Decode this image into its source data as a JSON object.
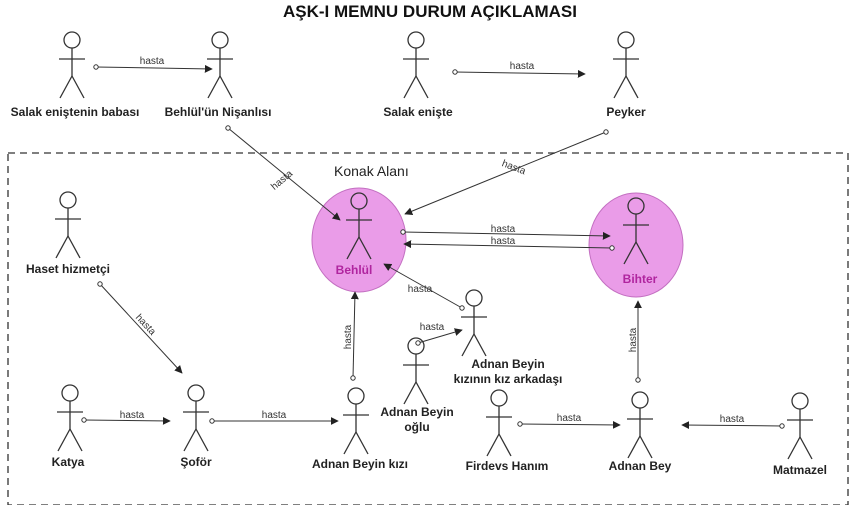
{
  "title": "AŞK-I MEMNU DURUM AÇIKLAMASI",
  "region": {
    "label": "Konak Alanı"
  },
  "colors": {
    "highlight": "#ea9ce8",
    "highlight_text": "#b0259f",
    "line": "#333333"
  },
  "actors": [
    {
      "id": "salak-enistenin-babasi",
      "label": "Salak eniştenin babası",
      "highlight": false
    },
    {
      "id": "behlulun-nisanlisi",
      "label": "Behlül'ün Nişanlısı",
      "highlight": false
    },
    {
      "id": "salak-eniste",
      "label": "Salak enişte",
      "highlight": false
    },
    {
      "id": "peyker",
      "label": "Peyker",
      "highlight": false
    },
    {
      "id": "behlul",
      "label": "Behlül",
      "highlight": true
    },
    {
      "id": "bihter",
      "label": "Bihter",
      "highlight": true
    },
    {
      "id": "haset-hizmetci",
      "label": "Haset hizmetçi",
      "highlight": false
    },
    {
      "id": "adnan-beyin-kizinin-kiz-arkadasi",
      "label": "Adnan Beyin kızının kız arkadaşı",
      "lines": [
        "Adnan Beyin",
        "kızının kız arkadaşı"
      ],
      "highlight": false
    },
    {
      "id": "adnan-beyin-oglu",
      "label": "Adnan Beyin oğlu",
      "lines": [
        "Adnan Beyin",
        "oğlu"
      ],
      "highlight": false
    },
    {
      "id": "katya",
      "label": "Katya",
      "highlight": false
    },
    {
      "id": "sofor",
      "label": "Şoför",
      "highlight": false
    },
    {
      "id": "adnan-beyin-kizi",
      "label": "Adnan Beyin kızı",
      "highlight": false
    },
    {
      "id": "firdevs-hanim",
      "label": "Firdevs Hanım",
      "highlight": false
    },
    {
      "id": "adnan-bey",
      "label": "Adnan Bey",
      "highlight": false
    },
    {
      "id": "matmazel",
      "label": "Matmazel",
      "highlight": false
    }
  ],
  "edges": [
    {
      "id": "e1",
      "from": "salak-enistenin-babasi",
      "to": "behlulun-nisanlisi",
      "label": "hasta"
    },
    {
      "id": "e2",
      "from": "salak-eniste",
      "to": "peyker",
      "label": "hasta"
    },
    {
      "id": "e3",
      "from": "behlulun-nisanlisi",
      "to": "behlul",
      "label": "hasta"
    },
    {
      "id": "e4",
      "from": "peyker",
      "to": "behlul",
      "label": "hasta"
    },
    {
      "id": "e5",
      "from": "behlul",
      "to": "bihter",
      "label": "hasta"
    },
    {
      "id": "e6",
      "from": "bihter",
      "to": "behlul",
      "label": "hasta"
    },
    {
      "id": "e7",
      "from": "adnan-beyin-kizinin-kiz-arkadasi",
      "to": "behlul",
      "label": "hasta"
    },
    {
      "id": "e8",
      "from": "adnan-beyin-oglu",
      "to": "adnan-beyin-kizinin-kiz-arkadasi",
      "label": "hasta"
    },
    {
      "id": "e9",
      "from": "adnan-beyin-kizi",
      "to": "behlul",
      "label": "hasta"
    },
    {
      "id": "e10",
      "from": "adnan-bey",
      "to": "bihter",
      "label": "hasta"
    },
    {
      "id": "e11",
      "from": "haset-hizmetci",
      "to": "sofor",
      "label": "hasta"
    },
    {
      "id": "e12",
      "from": "katya",
      "to": "sofor",
      "label": "hasta"
    },
    {
      "id": "e13",
      "from": "sofor",
      "to": "adnan-beyin-kizi",
      "label": "hasta"
    },
    {
      "id": "e14",
      "from": "firdevs-hanim",
      "to": "adnan-bey",
      "label": "hasta"
    },
    {
      "id": "e15",
      "from": "matmazel",
      "to": "adnan-bey",
      "label": "hasta"
    }
  ]
}
